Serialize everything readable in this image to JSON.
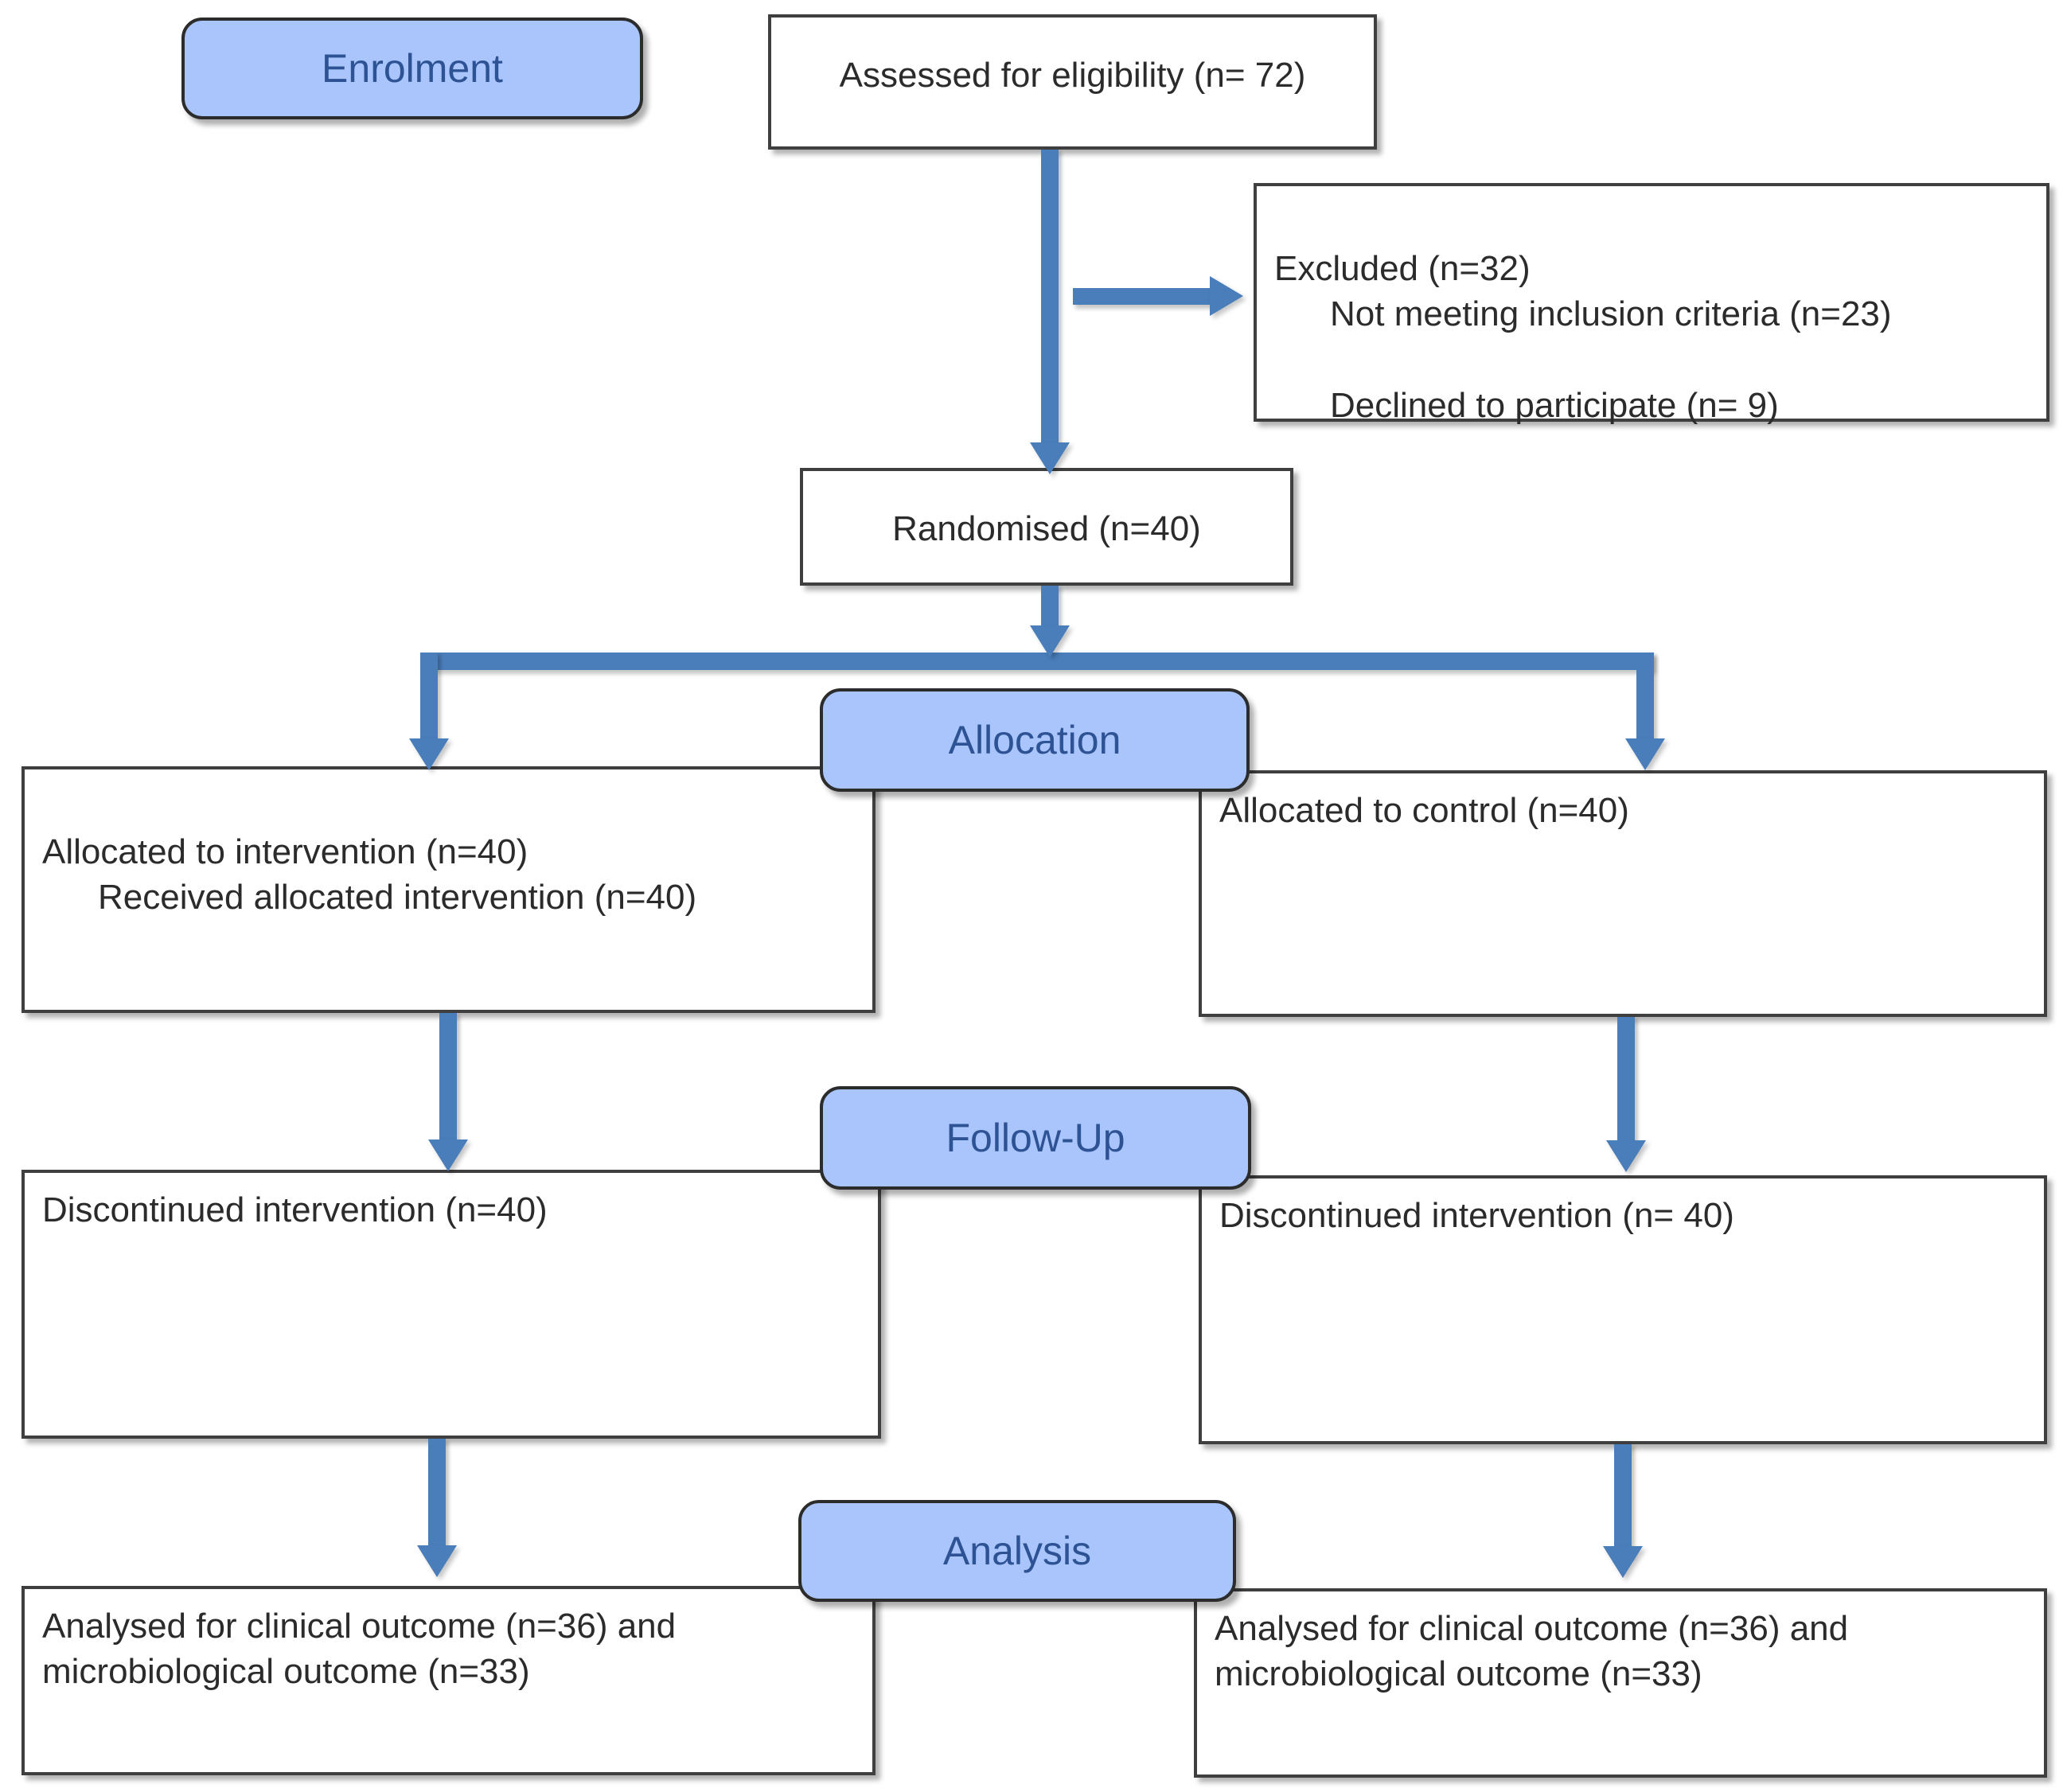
{
  "diagram": {
    "title": "CONSORT participant flow diagram",
    "accent_pill_fill": "#a9c5fb",
    "accent_pill_text": "#2e5394",
    "accent_connector": "#4a7ebb",
    "box_border": "#3f3f3f"
  },
  "stages": {
    "enrolment": "Enrolment",
    "allocation": "Allocation",
    "followup": "Follow-Up",
    "analysis": "Analysis"
  },
  "nodes": {
    "assessed": "Assessed for eligibility (n= 72)",
    "excluded_title": "Excluded (n=32)",
    "excluded_reason_1": "Not meeting inclusion criteria (n=23)",
    "excluded_reason_2": "Declined to participate (n= 9)",
    "randomised": "Randomised (n=40)",
    "allocated_intervention": "Allocated to intervention (n=40)",
    "received_intervention": "Received allocated intervention (n=40)",
    "allocated_control": "Allocated to control (n=40)",
    "discontinued_left": "Discontinued intervention (n=40)",
    "discontinued_right": "Discontinued intervention (n= 40)",
    "analysed_left": "Analysed for clinical outcome (n=36) and microbiological outcome (n=33)",
    "analysed_right": "Analysed for clinical outcome (n=36) and microbiological outcome (n=33)"
  },
  "chart_data": {
    "type": "table",
    "title": "CONSORT flow of participants",
    "rows": [
      {
        "stage": "Enrolment",
        "label": "Assessed for eligibility",
        "n": 72
      },
      {
        "stage": "Enrolment",
        "label": "Excluded",
        "n": 32
      },
      {
        "stage": "Enrolment",
        "label": "Not meeting inclusion criteria",
        "n": 23
      },
      {
        "stage": "Enrolment",
        "label": "Declined to participate",
        "n": 9
      },
      {
        "stage": "Enrolment",
        "label": "Randomised",
        "n": 40
      },
      {
        "stage": "Allocation",
        "label": "Allocated to intervention",
        "n": 40
      },
      {
        "stage": "Allocation",
        "label": "Received allocated intervention",
        "n": 40
      },
      {
        "stage": "Allocation",
        "label": "Allocated to control",
        "n": 40
      },
      {
        "stage": "Follow-Up",
        "label": "Discontinued intervention (intervention arm)",
        "n": 40
      },
      {
        "stage": "Follow-Up",
        "label": "Discontinued intervention (control arm)",
        "n": 40
      },
      {
        "stage": "Analysis",
        "label": "Analysed for clinical outcome (intervention arm)",
        "n": 36
      },
      {
        "stage": "Analysis",
        "label": "Analysed for microbiological outcome (intervention arm)",
        "n": 33
      },
      {
        "stage": "Analysis",
        "label": "Analysed for clinical outcome (control arm)",
        "n": 36
      },
      {
        "stage": "Analysis",
        "label": "Analysed for microbiological outcome (control arm)",
        "n": 33
      }
    ]
  }
}
